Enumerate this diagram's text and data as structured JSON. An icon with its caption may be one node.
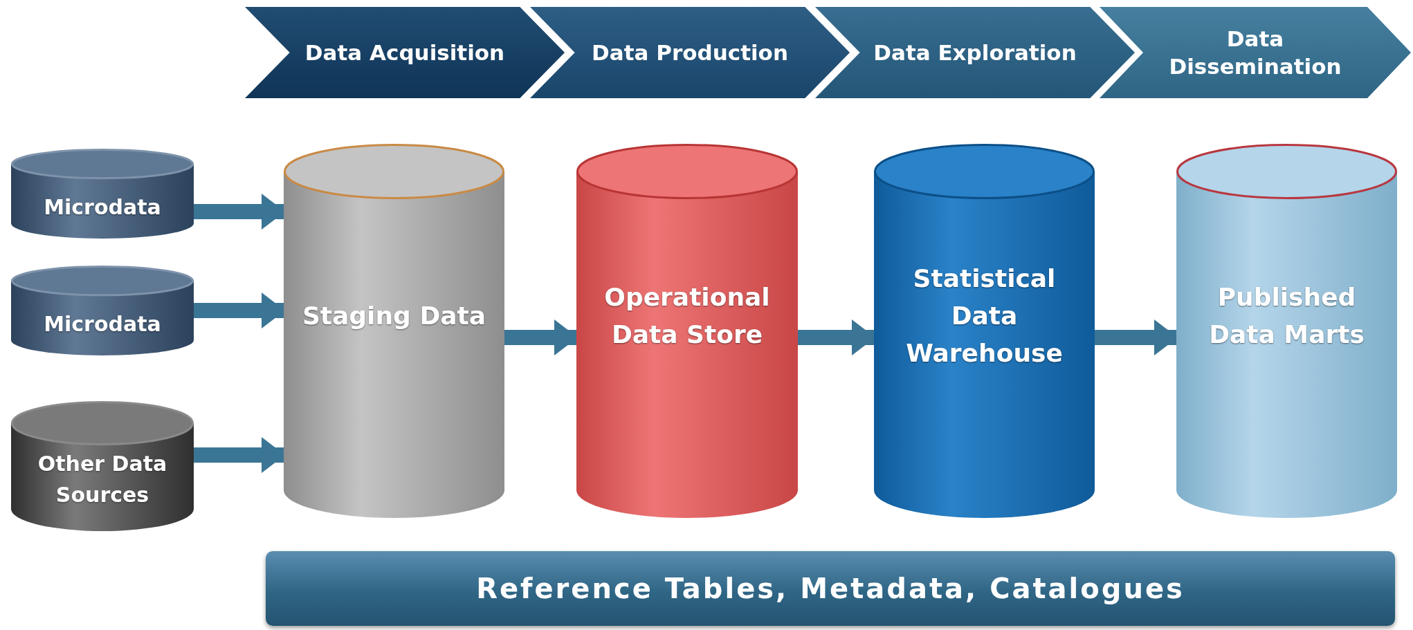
{
  "diagram": {
    "nodes": [
      {
        "text": [
          "Data Acquisition"
        ]
      },
      {
        "text": [
          "Data Production"
        ]
      },
      {
        "text": [
          "Data Exploration"
        ]
      },
      {
        "text": [
          "Data Dissemination"
        ]
      },
      {
        "text": [
          "Microdata"
        ]
      },
      {
        "text": [
          "Microdata"
        ]
      },
      {
        "text": [
          "Other Data Sources"
        ]
      },
      {
        "text": [
          "Staging Data"
        ]
      },
      {
        "text": [
          "Operational Data Store"
        ]
      },
      {
        "text": [
          "Statistical Data Warehouse"
        ]
      },
      {
        "text": [
          "Published Data Marts"
        ]
      },
      {
        "text": [
          "Reference Tables, Metadata, Catalogues"
        ]
      }
    ],
    "edges": [
      {
        "from": 4,
        "to": 7,
        "arrow": "to"
      },
      {
        "from": 5,
        "to": 7,
        "arrow": "to"
      },
      {
        "from": 6,
        "to": 7,
        "arrow": "to"
      },
      {
        "from": 7,
        "to": 8,
        "arrow": "to"
      },
      {
        "from": 8,
        "to": 9,
        "arrow": "to"
      },
      {
        "from": 9,
        "to": 10,
        "arrow": "to"
      }
    ]
  }
}
